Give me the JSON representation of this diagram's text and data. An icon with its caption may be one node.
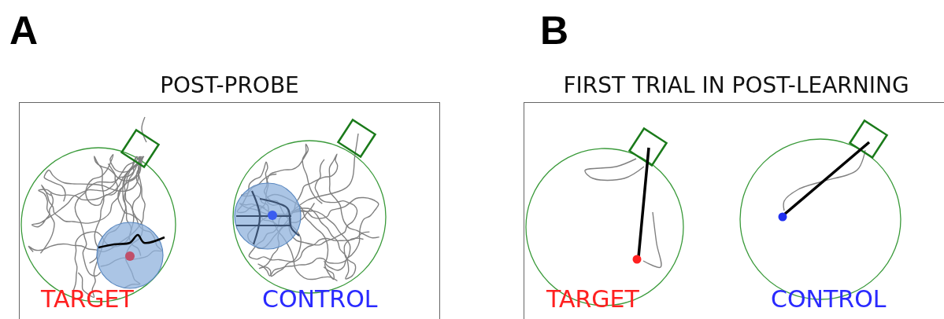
{
  "diagram": {
    "nodes": [
      {
        "text": [
          "POST-PROBE"
        ]
      },
      {
        "text": [
          "FIRST TRIAL IN POST-LEARNING"
        ]
      }
    ],
    "edges": [],
    "labels": [
      "A",
      "B",
      "TARGET",
      "CONTROL",
      "TARGET",
      "CONTROL"
    ]
  }
}
